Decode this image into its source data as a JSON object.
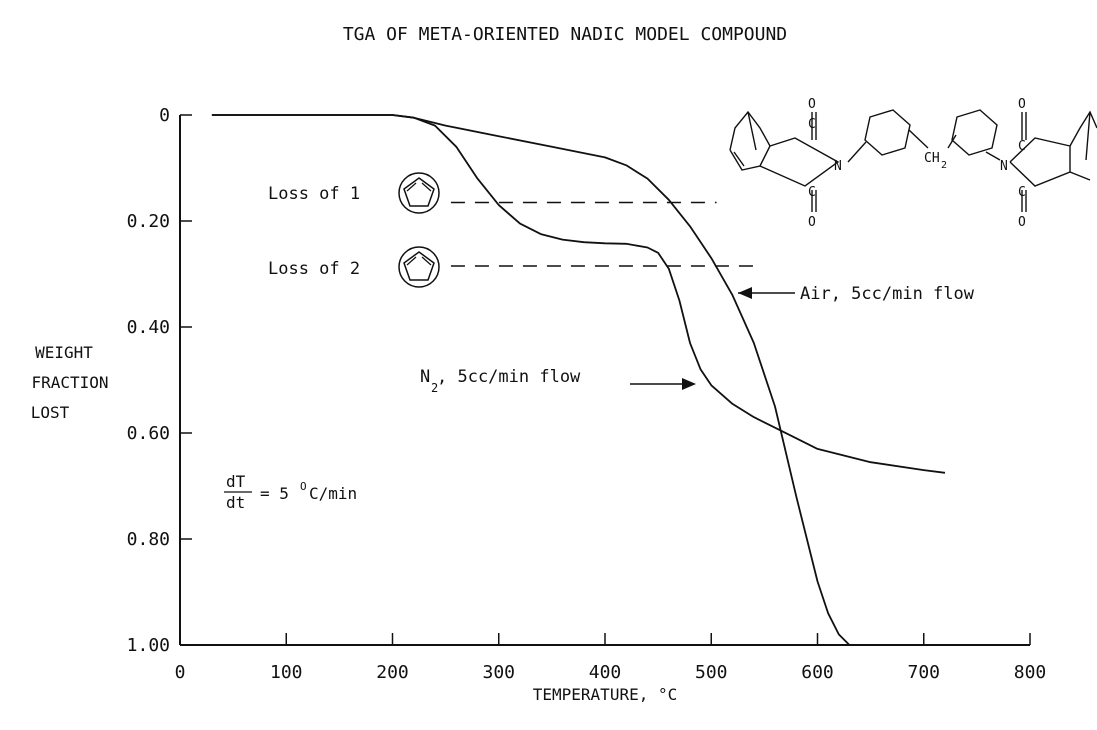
{
  "chart_data": {
    "type": "line",
    "title": "TGA OF META-ORIENTED NADIC MODEL COMPOUND",
    "xlabel": "TEMPERATURE, °C",
    "ylabel_lines": [
      "WEIGHT",
      "FRACTION",
      "LOST"
    ],
    "xlim": [
      0,
      800
    ],
    "ylim": [
      0,
      1.0
    ],
    "y_inverted": true,
    "grid": false,
    "x_ticks": [
      0,
      100,
      200,
      300,
      400,
      500,
      600,
      700,
      800
    ],
    "x_tick_labels": [
      "0",
      "100",
      "200",
      "300",
      "400",
      "500",
      "600",
      "700",
      "800"
    ],
    "y_ticks": [
      0,
      0.2,
      0.4,
      0.6,
      0.8,
      1.0
    ],
    "y_tick_labels": [
      "0",
      "0.20",
      "0.40",
      "0.60",
      "0.80",
      "1.00"
    ],
    "series": [
      {
        "name": "Air, 5cc/min flow",
        "x": [
          30,
          200,
          220,
          250,
          300,
          350,
          400,
          420,
          440,
          460,
          480,
          500,
          520,
          540,
          560,
          580,
          600,
          610,
          620,
          630
        ],
        "y": [
          0.0,
          0.0,
          0.005,
          0.02,
          0.04,
          0.06,
          0.08,
          0.095,
          0.12,
          0.16,
          0.21,
          0.27,
          0.34,
          0.43,
          0.55,
          0.72,
          0.88,
          0.94,
          0.98,
          1.0
        ]
      },
      {
        "name": "N2, 5cc/min flow",
        "x": [
          30,
          200,
          220,
          240,
          260,
          280,
          300,
          320,
          340,
          360,
          380,
          400,
          420,
          440,
          450,
          460,
          470,
          480,
          490,
          500,
          520,
          540,
          560,
          580,
          600,
          650,
          700,
          720
        ],
        "y": [
          0.0,
          0.0,
          0.005,
          0.02,
          0.06,
          0.12,
          0.17,
          0.205,
          0.225,
          0.235,
          0.24,
          0.242,
          0.243,
          0.25,
          0.26,
          0.29,
          0.35,
          0.43,
          0.48,
          0.51,
          0.545,
          0.57,
          0.59,
          0.61,
          0.63,
          0.655,
          0.67,
          0.675
        ]
      }
    ]
  },
  "annotations": {
    "loss1": {
      "label": "Loss of 1",
      "y": 0.165,
      "line_x": [
        255,
        505
      ]
    },
    "loss2": {
      "label": "Loss of 2",
      "y": 0.285,
      "line_x": [
        255,
        540
      ]
    },
    "air_label": "Air, 5cc/min flow",
    "n2_label_main": "N",
    "n2_label_sub": "2",
    "n2_label_rest": ", 5cc/min flow",
    "rate_num": "dT",
    "rate_den": "dt",
    "rate_eq": "= 5",
    "rate_deg": "O",
    "rate_unit": "C/min"
  },
  "structure": {
    "ch2_label": "CH",
    "ch2_sub": "2",
    "n_label": "N",
    "c_label": "C",
    "o_label": "O"
  }
}
